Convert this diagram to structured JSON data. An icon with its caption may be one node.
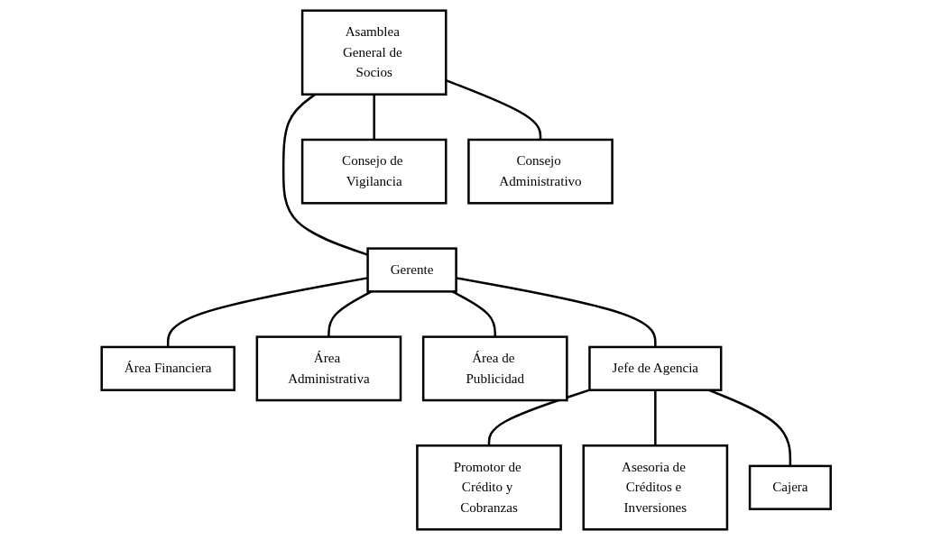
{
  "diagram": {
    "nodes": [
      {
        "text": [
          "Asamblea General de Socios"
        ]
      },
      {
        "text": [
          "Consejo de Vigilancia"
        ]
      },
      {
        "text": [
          "Consejo Administrativo"
        ]
      },
      {
        "text": [
          "Gerente"
        ]
      },
      {
        "text": [
          "Área Financiera"
        ]
      },
      {
        "text": [
          "Área Administrativa"
        ]
      },
      {
        "text": [
          "Área de Publicidad"
        ]
      },
      {
        "text": [
          "Jefe de Agencia"
        ]
      },
      {
        "text": [
          "Promotor de Crédito y Cobranzas"
        ]
      },
      {
        "text": [
          "Asesoria de Créditos e Inversiones"
        ]
      },
      {
        "text": [
          "Cajera"
        ]
      }
    ],
    "edges": [
      {
        "from": 0,
        "to": 1,
        "arrow": "none"
      },
      {
        "from": 0,
        "to": 2,
        "arrow": "none"
      },
      {
        "from": 0,
        "to": 3,
        "arrow": "none"
      },
      {
        "from": 3,
        "to": 4,
        "arrow": "none"
      },
      {
        "from": 3,
        "to": 5,
        "arrow": "none"
      },
      {
        "from": 3,
        "to": 6,
        "arrow": "none"
      },
      {
        "from": 3,
        "to": 7,
        "arrow": "none"
      },
      {
        "from": 7,
        "to": 8,
        "arrow": "none"
      },
      {
        "from": 7,
        "to": 9,
        "arrow": "none"
      },
      {
        "from": 7,
        "to": 10,
        "arrow": "none"
      }
    ]
  }
}
